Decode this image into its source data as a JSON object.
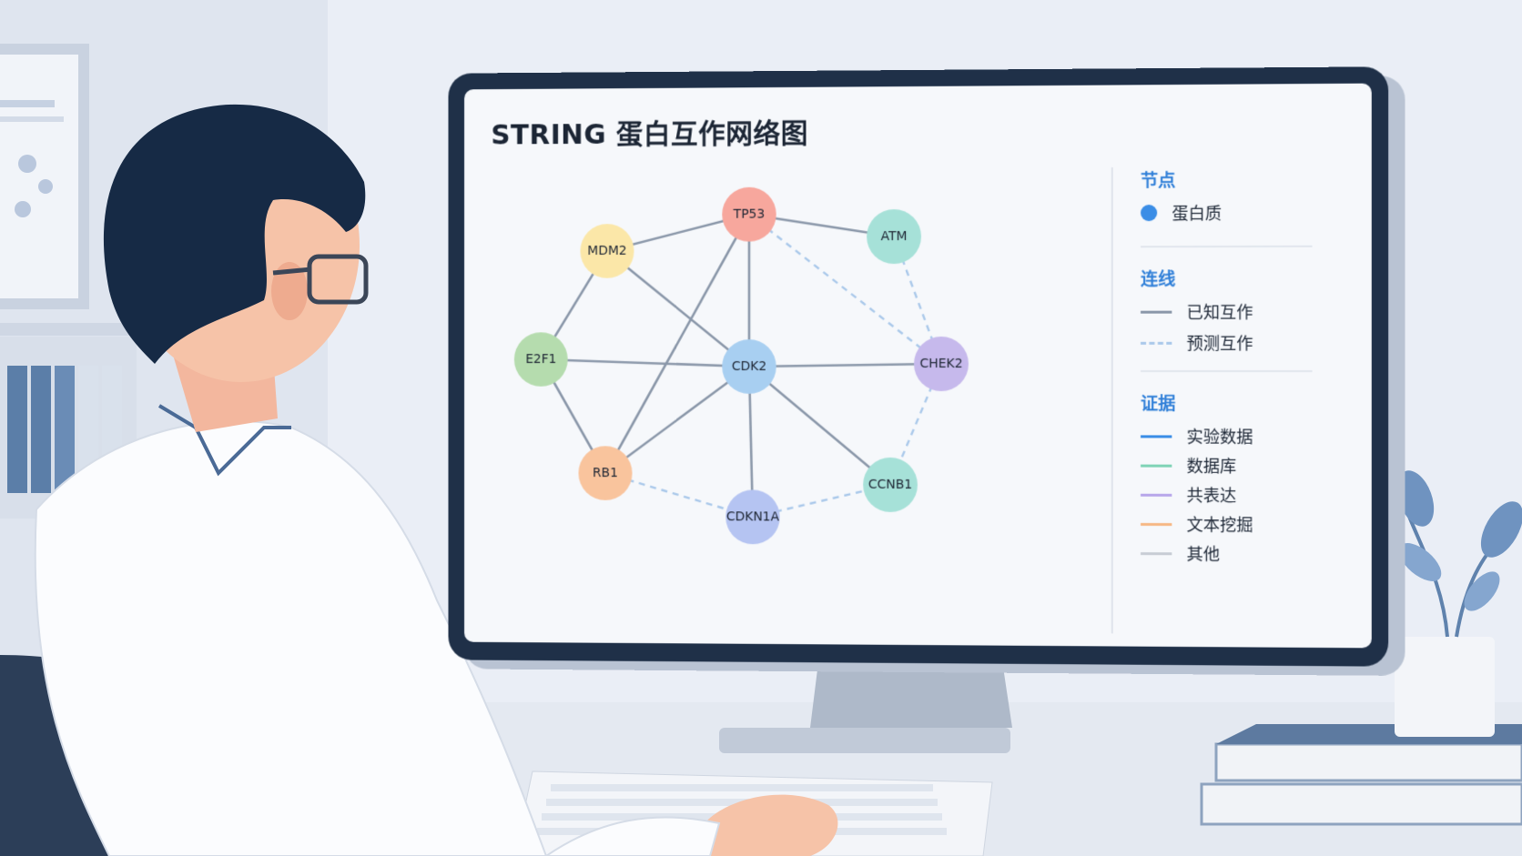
{
  "screen": {
    "title": "STRING 蛋白互作网络图"
  },
  "network": {
    "nodes": [
      {
        "id": "TP53",
        "label": "TP53",
        "color": "#f7a79d"
      },
      {
        "id": "MDM2",
        "label": "MDM2",
        "color": "#fbe7a8"
      },
      {
        "id": "ATM",
        "label": "ATM",
        "color": "#a6e1d8"
      },
      {
        "id": "E2F1",
        "label": "E2F1",
        "color": "#b5dcae"
      },
      {
        "id": "CDK2",
        "label": "CDK2",
        "color": "#a8cff1"
      },
      {
        "id": "CHEK2",
        "label": "CHEK2",
        "color": "#c6b9ec"
      },
      {
        "id": "RB1",
        "label": "RB1",
        "color": "#f9c49d"
      },
      {
        "id": "CDKN1A",
        "label": "CDKN1A",
        "color": "#b5c4f2"
      },
      {
        "id": "CCNB1",
        "label": "CCNB1",
        "color": "#a6e1d8"
      }
    ],
    "edges": [
      {
        "source": "TP53",
        "target": "MDM2",
        "type": "known"
      },
      {
        "source": "TP53",
        "target": "ATM",
        "type": "known"
      },
      {
        "source": "TP53",
        "target": "CDK2",
        "type": "known"
      },
      {
        "source": "TP53",
        "target": "RB1",
        "type": "known"
      },
      {
        "source": "TP53",
        "target": "CHEK2",
        "type": "predicted"
      },
      {
        "source": "ATM",
        "target": "CHEK2",
        "type": "predicted"
      },
      {
        "source": "MDM2",
        "target": "E2F1",
        "type": "known"
      },
      {
        "source": "MDM2",
        "target": "CDK2",
        "type": "known"
      },
      {
        "source": "E2F1",
        "target": "CDK2",
        "type": "known"
      },
      {
        "source": "E2F1",
        "target": "RB1",
        "type": "known"
      },
      {
        "source": "CDK2",
        "target": "CHEK2",
        "type": "known"
      },
      {
        "source": "CDK2",
        "target": "RB1",
        "type": "known"
      },
      {
        "source": "CDK2",
        "target": "CDKN1A",
        "type": "known"
      },
      {
        "source": "CDK2",
        "target": "CCNB1",
        "type": "known"
      },
      {
        "source": "CHEK2",
        "target": "CCNB1",
        "type": "predicted"
      },
      {
        "source": "RB1",
        "target": "CDKN1A",
        "type": "predicted"
      },
      {
        "source": "CDKN1A",
        "target": "CCNB1",
        "type": "predicted"
      }
    ],
    "edge_colors": {
      "known": "#8a97a9",
      "predicted": "#a9c8ea"
    }
  },
  "legend": {
    "nodes_heading": "节点",
    "node_item": "蛋白质",
    "node_color": "#3a8de6",
    "edges_heading": "连线",
    "edge_known": "已知互作",
    "edge_predicted": "预测互作",
    "evidence_heading": "证据",
    "evidence": [
      {
        "label": "实验数据",
        "color": "#3a8de6"
      },
      {
        "label": "数据库",
        "color": "#7fd3b6"
      },
      {
        "label": "共表达",
        "color": "#b7a6ea"
      },
      {
        "label": "文本挖掘",
        "color": "#f6b783"
      },
      {
        "label": "其他",
        "color": "#c7ccd4"
      }
    ]
  }
}
